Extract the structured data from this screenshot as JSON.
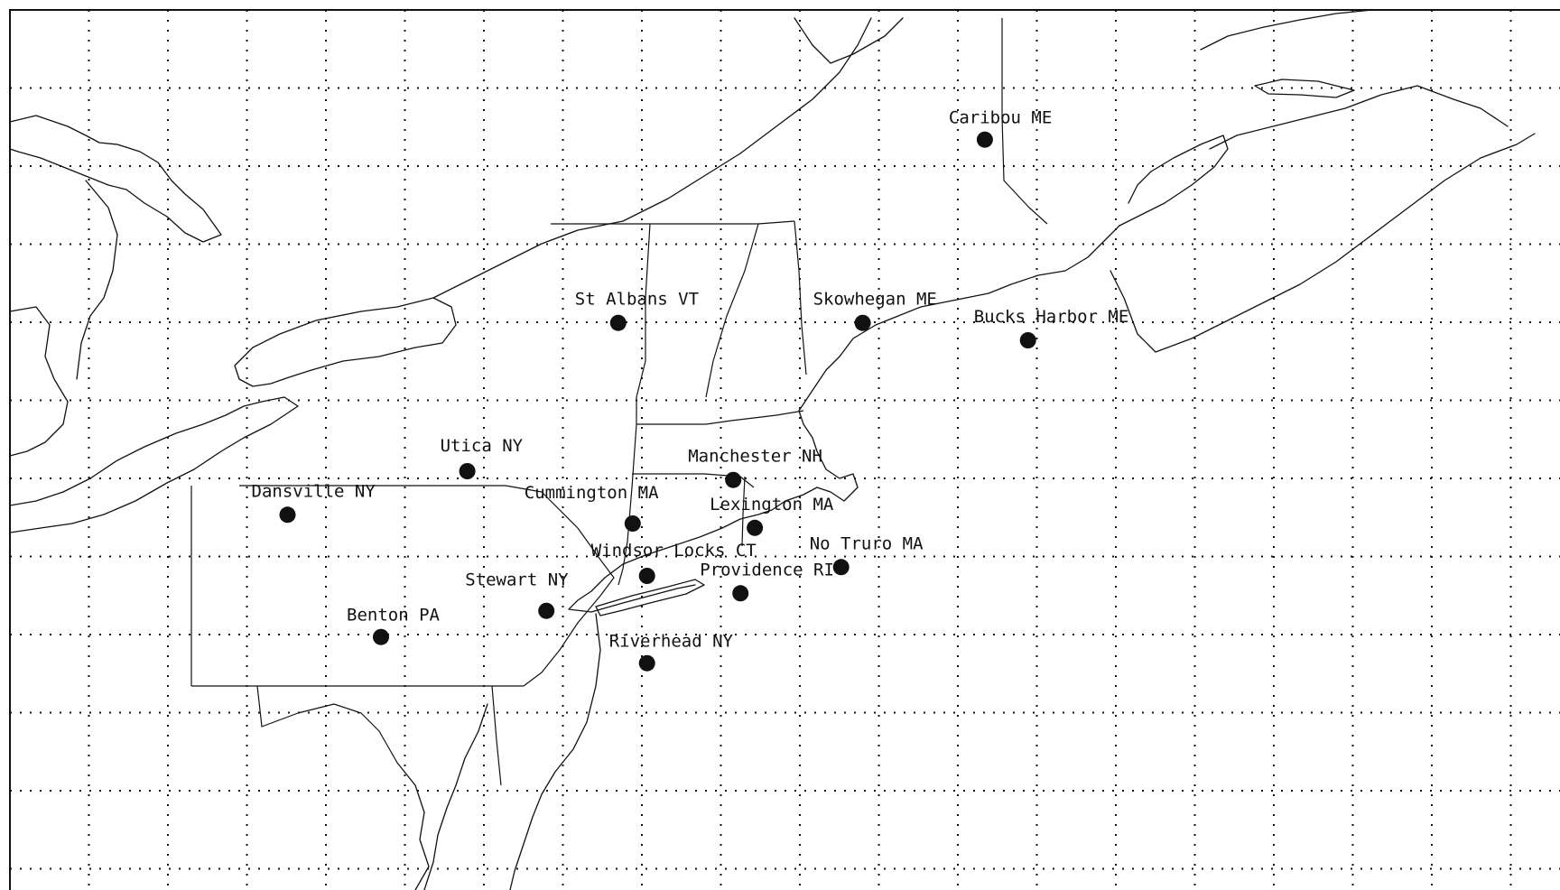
{
  "map": {
    "grid": "dotted",
    "stations": [
      {
        "label": "Caribou ME",
        "lon": -68.0,
        "lat": 46.9
      },
      {
        "label": "St Albans VT",
        "lon": -73.1,
        "lat": 44.8
      },
      {
        "label": "Skowhegan ME",
        "lon": -69.7,
        "lat": 44.8
      },
      {
        "label": "Bucks Harbor ME",
        "lon": -67.4,
        "lat": 44.6
      },
      {
        "label": "Utica NY",
        "lon": -75.2,
        "lat": 43.1
      },
      {
        "label": "Manchester NH",
        "lon": -71.5,
        "lat": 43.0
      },
      {
        "label": "Dansville NY",
        "lon": -77.7,
        "lat": 42.6
      },
      {
        "label": "Cummington MA",
        "lon": -72.9,
        "lat": 42.5
      },
      {
        "label": "Lexington MA",
        "lon": -71.2,
        "lat": 42.45
      },
      {
        "label": "Stewart NY",
        "lon": -74.1,
        "lat": 41.5
      },
      {
        "label": "Windsor Locks CT",
        "lon": -72.7,
        "lat": 41.9
      },
      {
        "label": "No Truro MA",
        "lon": -70.0,
        "lat": 42.0
      },
      {
        "label": "Providence RI",
        "lon": -71.4,
        "lat": 41.7
      },
      {
        "label": "Benton PA",
        "lon": -76.4,
        "lat": 41.2
      },
      {
        "label": "Riverhead NY",
        "lon": -72.7,
        "lat": 40.9
      }
    ]
  }
}
